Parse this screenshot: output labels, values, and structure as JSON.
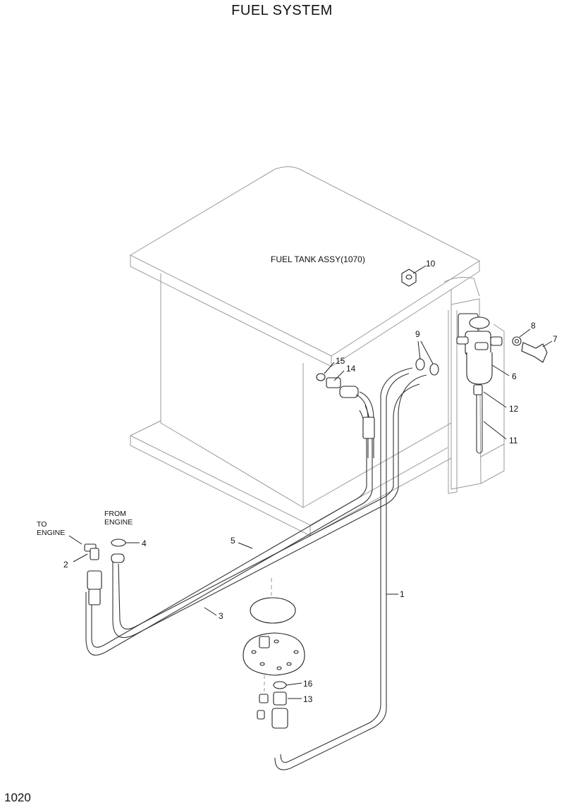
{
  "title": "FUEL SYSTEM",
  "page_number": "1020",
  "tank_label": "FUEL TANK ASSY(1070)",
  "notes": {
    "to_engine": [
      "TO",
      "ENGINE"
    ],
    "from_engine": [
      "FROM",
      "ENGINE"
    ]
  },
  "callouts": {
    "c1": "1",
    "c2": "2",
    "c3": "3",
    "c4": "4",
    "c5": "5",
    "c6": "6",
    "c7": "7",
    "c8": "8",
    "c9": "9",
    "c10": "10",
    "c11": "11",
    "c12": "12",
    "c13": "13",
    "c14": "14",
    "c15": "15",
    "c16": "16"
  }
}
